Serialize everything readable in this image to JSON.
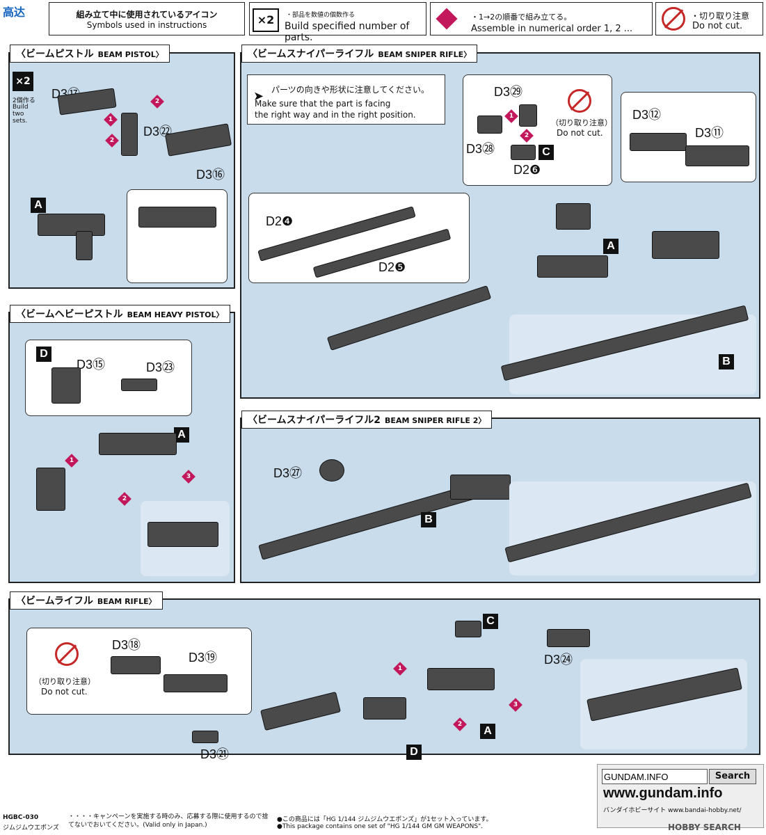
{
  "header": {
    "logo_text": "高达",
    "symbols_ja": "組み立て中に使用されているアイコン",
    "symbols_en": "Symbols used in instructions",
    "x2_label": "×2",
    "x2_ja": "・部品を数値の個数作る",
    "x2_en": "Build specified number of parts.",
    "order_ja": "・1→2の順番で組み立てる。",
    "order_en": "Assemble in numerical order 1, 2 ...",
    "nocut_ja": "・切り取り注意",
    "nocut_en": "Do not cut."
  },
  "sections": {
    "beam_pistol": {
      "ja": "〈ビームピストル",
      "en": "BEAM PISTOL〉",
      "x2": "×2",
      "x2_note_ja": "2個作る",
      "x2_note_en": "Build two sets."
    },
    "heavy_pistol": {
      "ja": "〈ビームヘビーピストル",
      "en": "BEAM HEAVY PISTOL〉"
    },
    "sniper": {
      "ja": "〈ビームスナイパーライフル",
      "en": "BEAM SNIPER RIFLE〉"
    },
    "sniper2": {
      "ja": "〈ビームスナイパーライフル2",
      "en": "BEAM SNIPER RIFLE 2〉"
    },
    "rifle": {
      "ja": "〈ビームライフル",
      "en": "BEAM RIFLE〉"
    }
  },
  "notes": {
    "facing_ja": "パーツの向きや形状に注意してください。",
    "facing_en1": "Make sure that the part is facing",
    "facing_en2": "the right way and in the right position.",
    "nocut_ja": "（切り取り注意）",
    "nocut_en": "Do not cut."
  },
  "parts": {
    "d3_17": "D3⑰",
    "d3_22": "D3㉒",
    "d3_16": "D3⑯",
    "d3_15": "D3⑮",
    "d3_23": "D3㉓",
    "d2_4": "D2❹",
    "d2_5": "D2❺",
    "d3_29": "D3㉙",
    "d3_28": "D3㉘",
    "d2_6": "D2❻",
    "d3_12": "D3⑫",
    "d3_11": "D3⑪",
    "d3_27": "D3㉗",
    "d3_18": "D3⑱",
    "d3_19": "D3⑲",
    "d3_24": "D3㉔",
    "d3_21": "D3㉑"
  },
  "letters": {
    "a": "A",
    "b": "B",
    "c": "C",
    "d": "D"
  },
  "steps": {
    "s1": "1",
    "s2": "2",
    "s3": "3"
  },
  "footer": {
    "search_value": "GUNDAM.INFO",
    "search_button": "Search",
    "url1": "www.gundam.info",
    "url2": "バンダイホビーサイト www.bandai-hobby.net/",
    "campaign_ja": "・・・・キャンペーンを実施する時のみ、応募する際に使用するので捨てないでおいてください。(Valid only in Japan.)",
    "contents_ja": "●この商品には「HG 1/144 ジムジムウエポンズ」が1セット入っています。",
    "contents_en": "●This package contains one set of \"HG 1/144 GM GM WEAPONS\".",
    "product_code": "HGBC-030",
    "product_name": "ジムジムウエポンズ",
    "watermark": "HOBBY SEARCH"
  },
  "colors": {
    "panel": "#c9dcec",
    "step": "#c2185b",
    "nocut": "#c62828"
  }
}
